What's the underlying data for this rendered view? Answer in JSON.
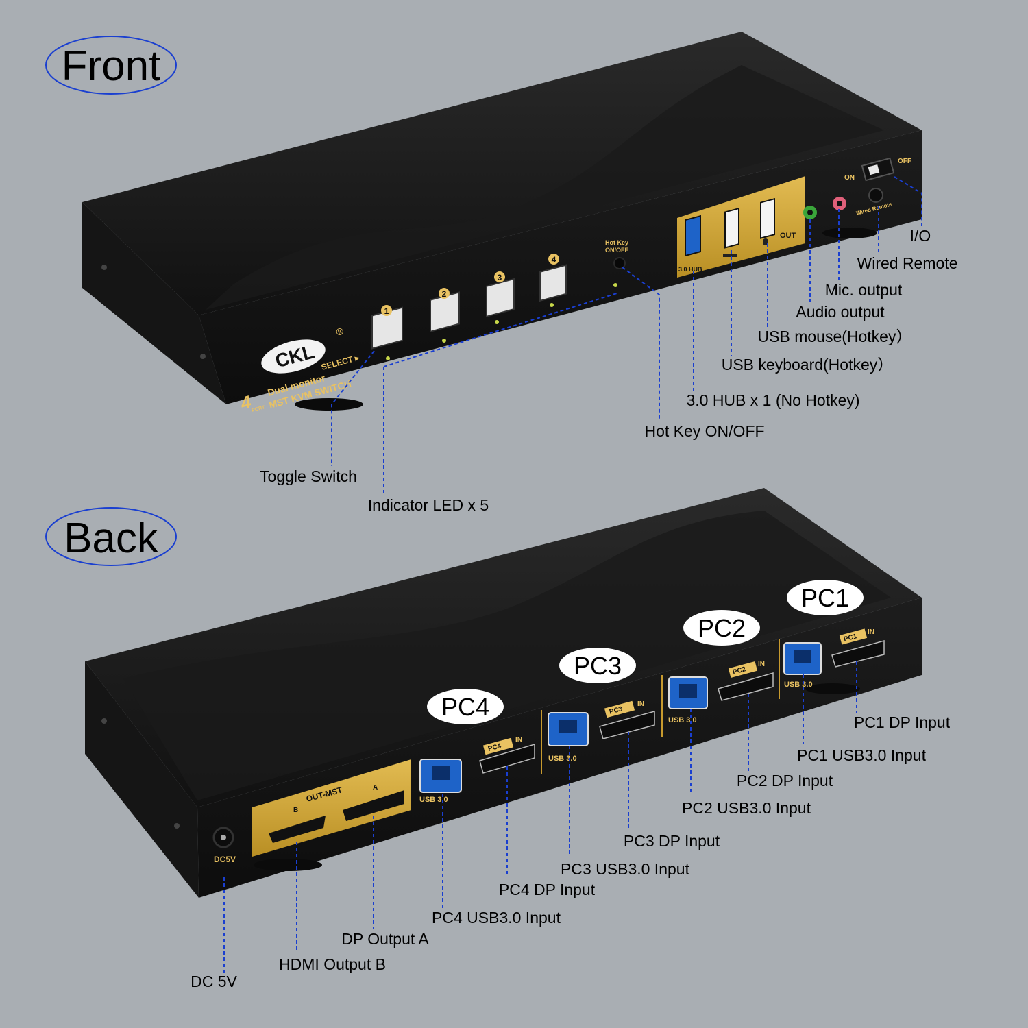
{
  "sections": {
    "front": "Front",
    "back": "Back"
  },
  "device": {
    "brand_logo": "CKL",
    "brand_mark": "®",
    "select_label": "SELECT ▸",
    "product_line1": "Dual monitor",
    "product_line2": "MST KVM SWITCH",
    "port_count_digit": "4",
    "port_count_word": "PORT",
    "button_numbers": [
      "1",
      "2",
      "3",
      "4"
    ],
    "hotkey_label_line1": "Hot Key",
    "hotkey_label_line2": "ON/OFF",
    "hub_label": "3.0 HUB",
    "out_label": "OUT",
    "switch_on": "ON",
    "switch_off": "OFF",
    "wired_remote_label": "Wired Remote",
    "out_mst_label": "OUT-MST",
    "port_a": "A",
    "port_b": "B",
    "dc_label": "DC5V",
    "usb_port_label": "USB 3.0",
    "pc_in_labels": [
      "PC4",
      "PC3",
      "PC2",
      "PC1"
    ],
    "in_label": "IN"
  },
  "front_callouts": [
    "I/O",
    "Wired Remote",
    "Mic. output",
    "Audio output",
    "USB mouse(Hotkey）",
    "USB keyboard(Hotkey）",
    "3.0 HUB x 1 (No Hotkey)",
    "Hot Key ON/OFF",
    "Toggle Switch",
    "Indicator LED x 5"
  ],
  "pc_tags": [
    "PC1",
    "PC2",
    "PC3",
    "PC4"
  ],
  "back_callouts": [
    "PC1 DP Input",
    "PC1 USB3.0 Input",
    "PC2 DP Input",
    "PC2 USB3.0 Input",
    "PC3 DP Input",
    "PC3 USB3.0 Input",
    "PC4 DP Input",
    "PC4 USB3.0 Input",
    "DP Output A",
    "HDMI Output B",
    "DC 5V"
  ],
  "colors": {
    "background": "#a9aeb3",
    "device_body": "#1c1c1c",
    "gold_panel": "#d3a838",
    "leader_line": "#1a3fd0",
    "title_ellipse": "#1a3fd0",
    "usb3_blue": "#1e63c8",
    "audio_green": "#3aa53a",
    "mic_pink": "#e0607a"
  }
}
